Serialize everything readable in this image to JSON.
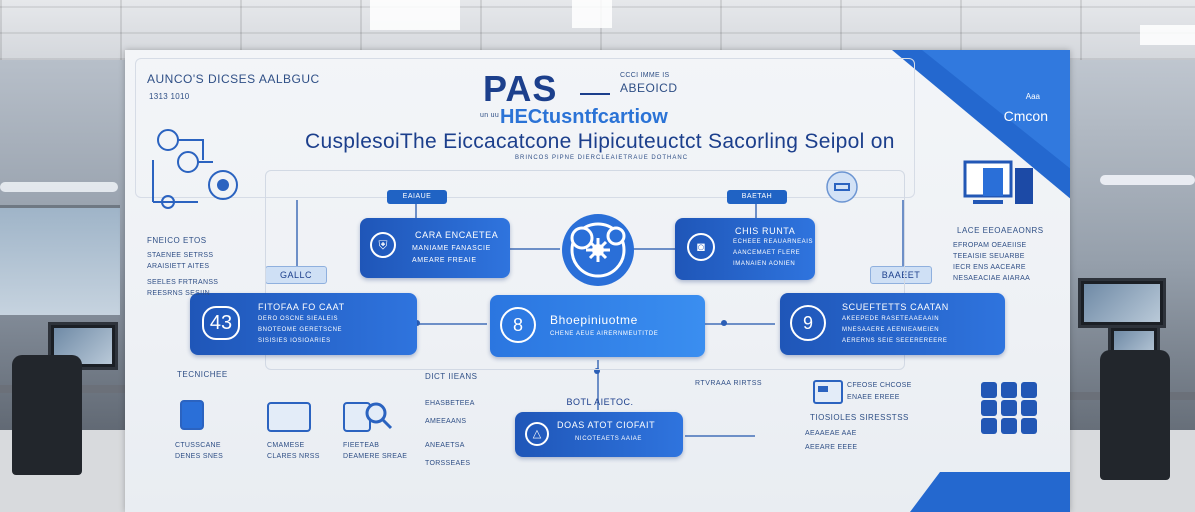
{
  "colors": {
    "primary": "#2063c4",
    "dark": "#1c3f8c",
    "accent": "#2b73d6",
    "board": "#f1f3f7"
  },
  "header": {
    "top_left": "AUNCO'S DICSES AALBGUC",
    "top_left_sub": "1313 1010",
    "title": "PAS",
    "title_side": "ABEOICD",
    "title_side_small": "CCCI IMME IS",
    "subtitle": "HECtusntfcartiow",
    "subtitle_prefix": "un uu",
    "main_title": "CusplesoiThe Eiccacatcone Hipicuteuctct Sacorling Seipol on",
    "caption": "BRINCOS   PIPNE   DIERCLEAIETRAUE   DOTHANC",
    "brand": "Cmcon",
    "brand_small": "Aaa"
  },
  "labels": {
    "left_pill": "EAIAUE",
    "right_pill": "BAETAH",
    "galc": "GALLC",
    "baaeet": "BAAEET",
    "tecnichee": "TECNICHEE",
    "dict_label": "DICT IIEANS",
    "bottom_center": "BOTL AIETOC.",
    "rtvet": "RTVRAAA RIRTSS",
    "tipsioles": "TIOSIOLES SIRESSTSS"
  },
  "cards": {
    "c1": {
      "title": "CARA ENCAETEA",
      "lines": [
        "MANIAME FANASCIE",
        "AMEARE FREAIE"
      ]
    },
    "c2": {
      "title": "CHIS RUNTA",
      "lines": [
        "ECHEEE REAUARNEAIS",
        "AANCEMAET FLERE",
        "IMANAIEN AONIEN"
      ]
    },
    "c3": {
      "number": "43",
      "title": "FITOFAA FO CAAT",
      "lines": [
        "DERO OSCNE SIEALEIS",
        "BNOTEOME GERETSCNE",
        "SISISIES IOSIOARIES"
      ]
    },
    "c4": {
      "number": "8",
      "title": "Bhoepiniuotme",
      "sub": "CHENE AEUE AIRERNMEUTITDE"
    },
    "c5": {
      "number": "9",
      "title": "SCUEFTETTS   CAATAN",
      "lines": [
        "AKEEPEDE RASETEAAEAAIN",
        "MNESAAERE AEENIEAMEIEN",
        "AERERNS SEIE SEEEREREERE"
      ]
    },
    "c6": {
      "title": "DOAS ATOT   CIOFAIT",
      "sub": "NICOTEAETS AAIAE"
    }
  },
  "side_left": {
    "heading": "FNEICO ETOS",
    "lines": [
      "STAENEE SETRSS",
      "ARAISIETT AITES",
      "SEELES FRTRANSS",
      "REESRNS SESIIN"
    ]
  },
  "side_right": {
    "heading": "LACE EEOAEAONRS",
    "lines": [
      "EFROPAM OEAEIISE",
      "TEEAISIE SEUARBE",
      "IECR ENS AACEARE",
      "NESAEACIAE AIARAA"
    ]
  },
  "bottom_items": [
    {
      "label": "CTUSSCANE",
      "sub": "DENES SNES"
    },
    {
      "label": "CMAMESE",
      "sub": "CLARES NRSS"
    },
    {
      "label": "FIEETEAB",
      "sub": "DEAMERE SREAE"
    }
  ],
  "bottom_list": [
    "EHASBETEEA",
    "AMEEAANS",
    "ANEAETSA",
    "TORSSEAES"
  ],
  "bottom_right_list": [
    "CFEOSE CHCOSE",
    "ENAEE EREEE",
    "AEAAEAE AAE",
    "AEEARE EEEE"
  ]
}
